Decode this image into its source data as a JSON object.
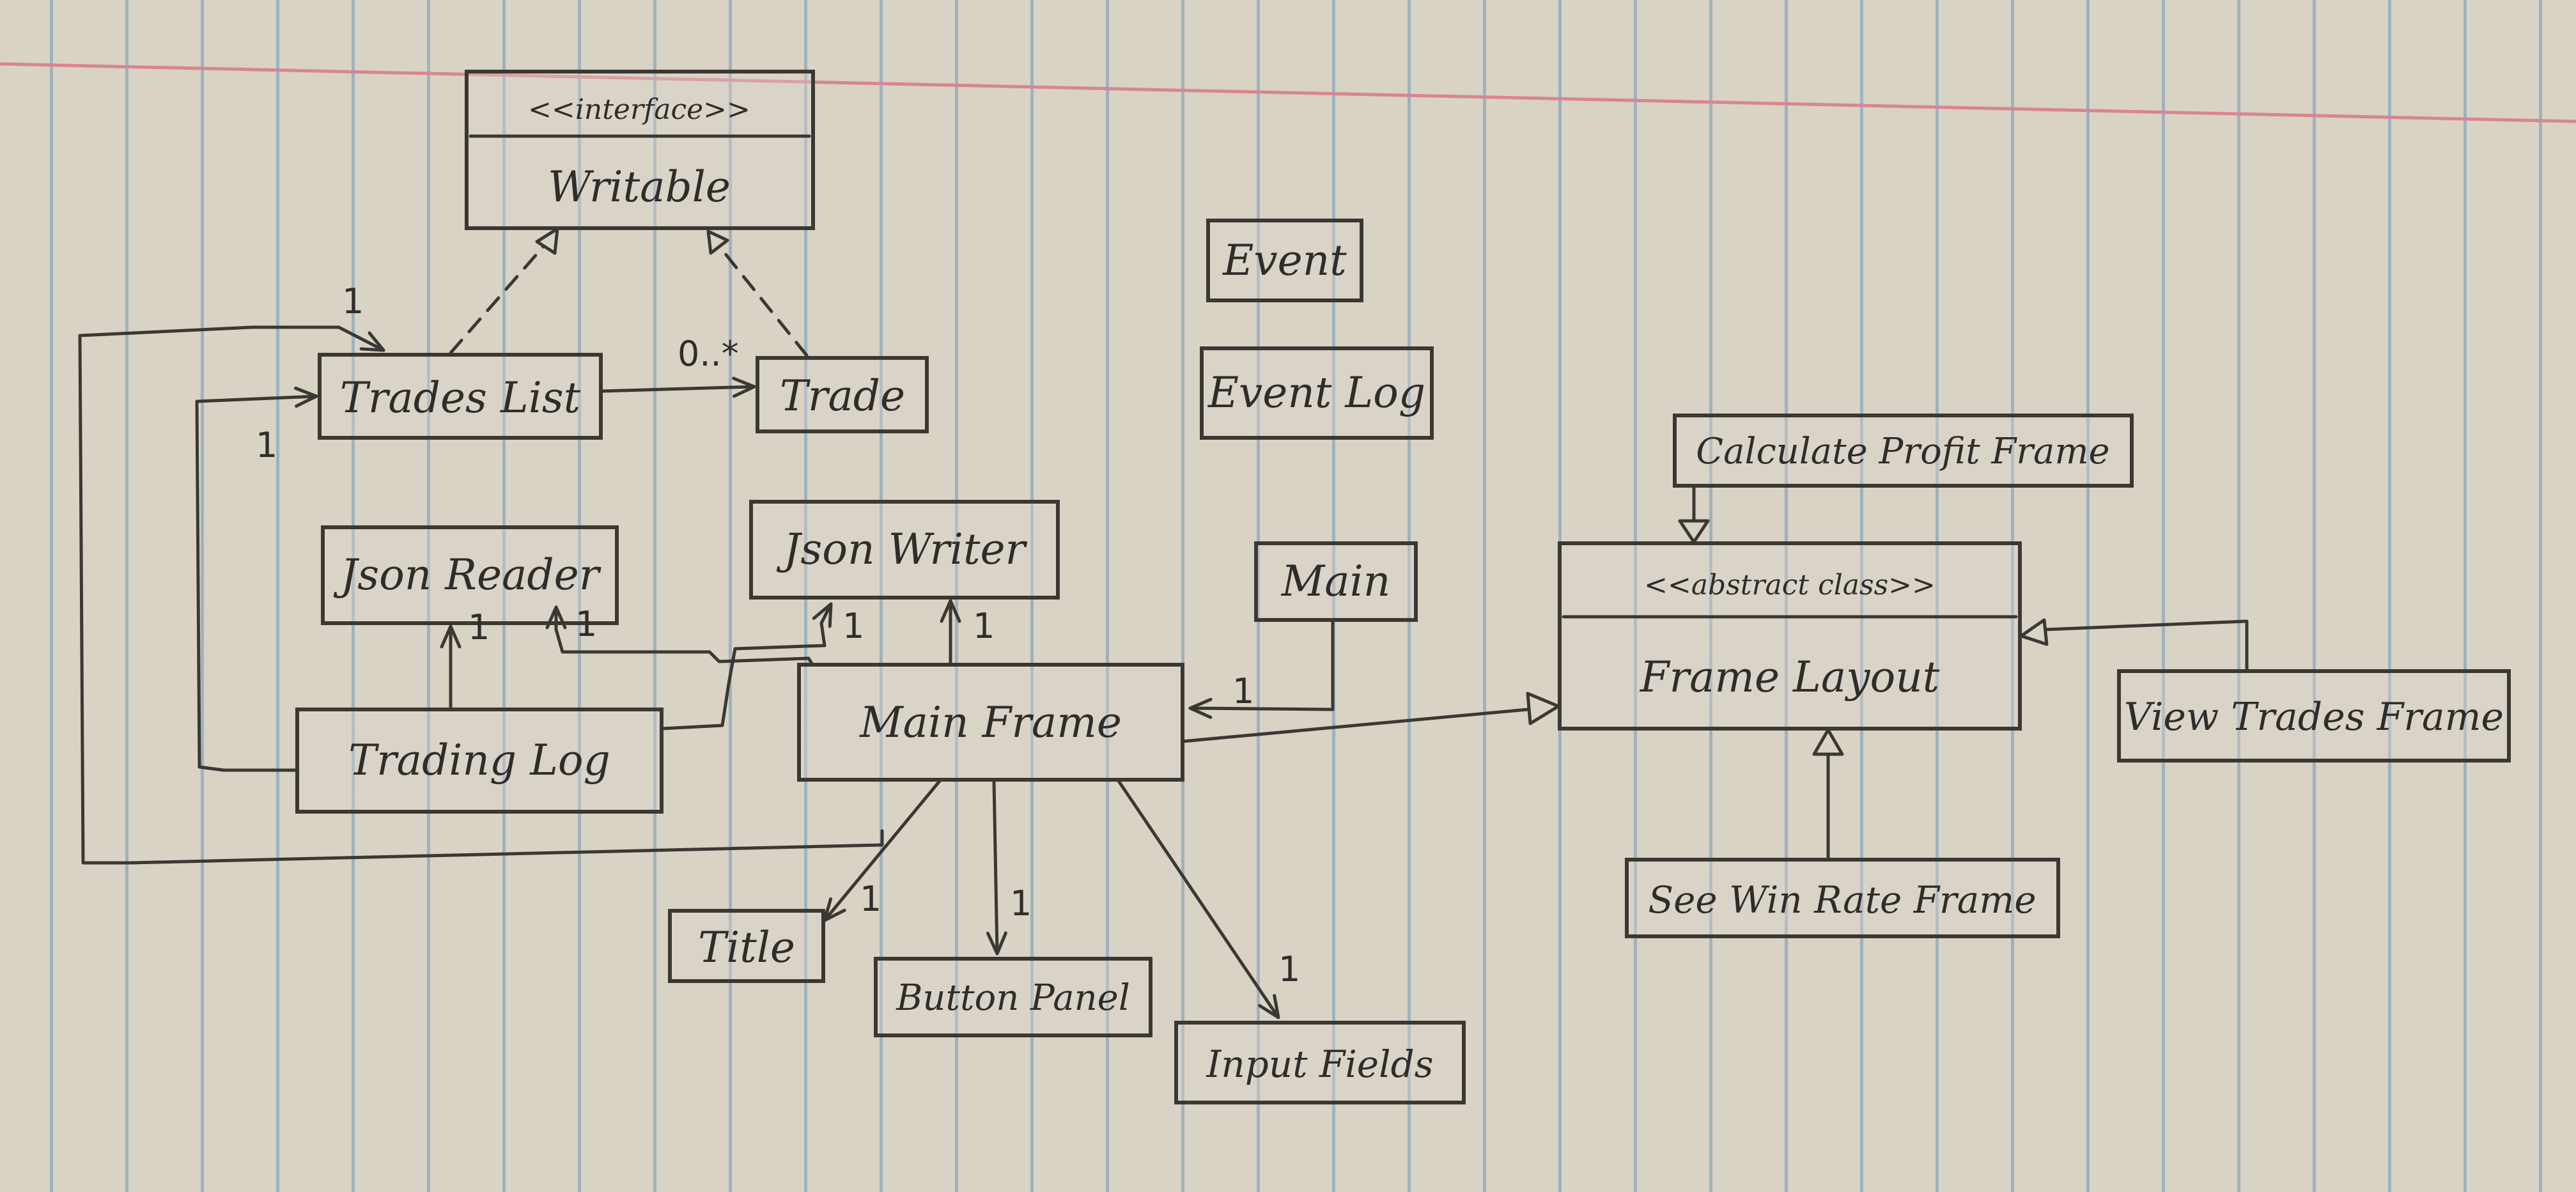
{
  "classes": {
    "writable": {
      "stereotype": "<<interface>>",
      "name": "Writable"
    },
    "trades_list": {
      "name": "Trades List"
    },
    "trade": {
      "name": "Trade"
    },
    "event": {
      "name": "Event"
    },
    "event_log": {
      "name": "Event Log"
    },
    "calculate_profit_frame": {
      "name": "Calculate Profit Frame"
    },
    "json_reader": {
      "name": "Json Reader"
    },
    "json_writer": {
      "name": "Json Writer"
    },
    "main": {
      "name": "Main"
    },
    "frame_layout": {
      "stereotype": "<<abstract class>>",
      "name": "Frame Layout"
    },
    "trading_log": {
      "name": "Trading Log"
    },
    "main_frame": {
      "name": "Main Frame"
    },
    "view_trades_frame": {
      "name": "View Trades Frame"
    },
    "title": {
      "name": "Title"
    },
    "button_panel": {
      "name": "Button Panel"
    },
    "input_fields": {
      "name": "Input Fields"
    },
    "see_win_rate_frame": {
      "name": "See Win Rate Frame"
    }
  },
  "multiplicities": {
    "trading_log_to_trades_list_top": "1",
    "trading_log_to_trades_list_side": "1",
    "trades_list_to_trade": "0..*",
    "trading_log_to_json_reader": "1",
    "main_frame_to_json_reader": "1",
    "trading_log_to_json_writer": "1",
    "main_frame_to_json_writer": "1",
    "main_to_main_frame": "1",
    "main_frame_to_title": "1",
    "main_frame_to_button_panel": "1",
    "main_frame_to_input_fields": "1"
  }
}
